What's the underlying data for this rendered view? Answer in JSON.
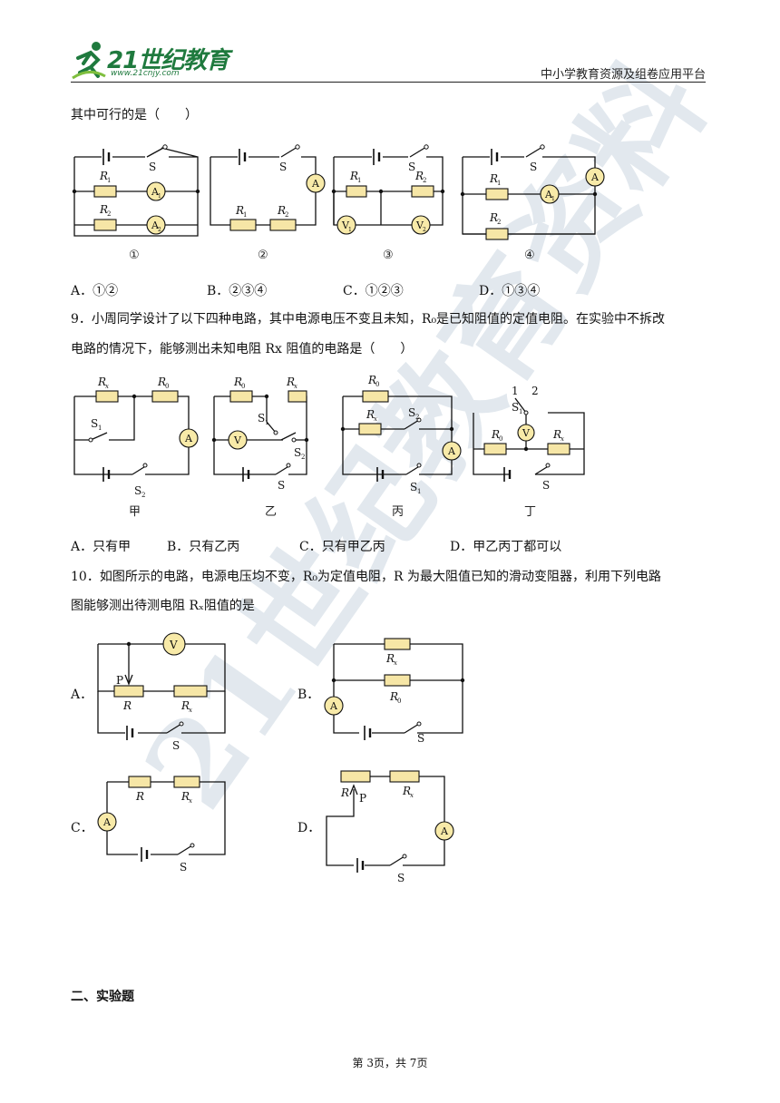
{
  "header": {
    "logo_text": "21世纪教育",
    "logo_url": "www.21cnjy.com",
    "platform": "中小学教育资源及组卷应用平台"
  },
  "q8": {
    "tail": "其中可行的是（　　）",
    "figure_labels": [
      "①",
      "②",
      "③",
      "④"
    ],
    "options": [
      "A．①②",
      "B．②③④",
      "C．①②③",
      "D．①③④"
    ]
  },
  "q9": {
    "stem_line1": "9．小周同学设计了以下四种电路，其中电源电压不变且未知，R₀是已知阻值的定值电阻。在实验中不拆改",
    "stem_line2": "电路的情况下，能够测出未知电阻 Rx 阻值的电路是（　　）",
    "figure_labels": [
      "甲",
      "乙",
      "丙",
      "丁"
    ],
    "options": [
      "A．只有甲",
      "B．只有乙丙",
      "C．只有甲乙丙",
      "D．甲乙丙丁都可以"
    ]
  },
  "q10": {
    "stem_line1": "10．如图所示的电路，电源电压均不变，R₀为定值电阻，R 为最大阻值已知的滑动变阻器，利用下列电路",
    "stem_line2": "图能够测出待测电阻 Rₓ阻值的是",
    "option_letters": [
      "A．",
      "B．",
      "C．",
      "D．"
    ]
  },
  "circuit_labels": {
    "R1": "R",
    "R2": "R",
    "Rx": "R",
    "R0": "R",
    "R": "R",
    "S": "S",
    "S1": "S",
    "S2": "S",
    "P": "P",
    "A": "A",
    "V": "V",
    "A1": "A",
    "A2": "A",
    "V1": "V",
    "V2": "V",
    "sub1": "1",
    "sub2": "2",
    "subx": "x",
    "sub0": "0",
    "pos1": "1",
    "pos2": "2"
  },
  "section": "二、实验题",
  "footer": "第 3页，共 7页",
  "watermark_text": "21世纪教育资料",
  "colors": {
    "resistor_fill": "#f6e6a6",
    "meter_fill": "#f8eaa8",
    "logo_green": "#1f7a3e",
    "watermark": "#dfe7ee"
  }
}
